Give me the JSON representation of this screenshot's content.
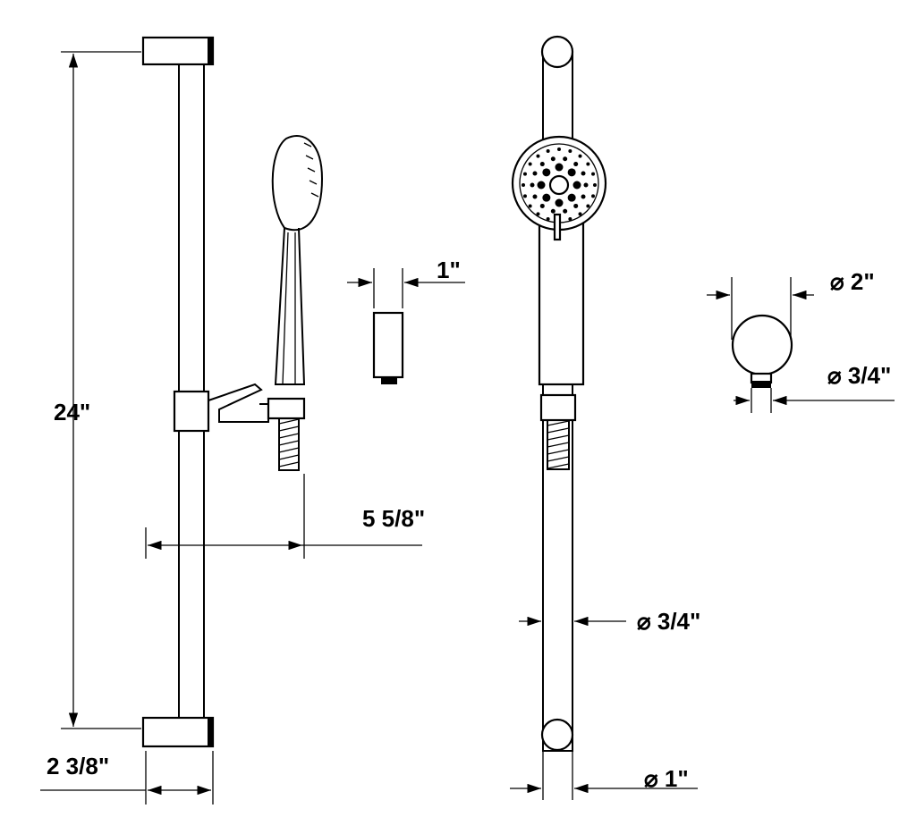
{
  "dimensions": {
    "height": "24\"",
    "arm_reach": "5 5/8\"",
    "connector_width": "1\"",
    "wall_elbow_diameter": "⌀ 2\"",
    "wall_elbow_thread": "⌀ 3/4\"",
    "bar_diameter": "⌀ 3/4\"",
    "bracket_diameter": "⌀ 1\"",
    "bracket_depth": "2 3/8\""
  }
}
